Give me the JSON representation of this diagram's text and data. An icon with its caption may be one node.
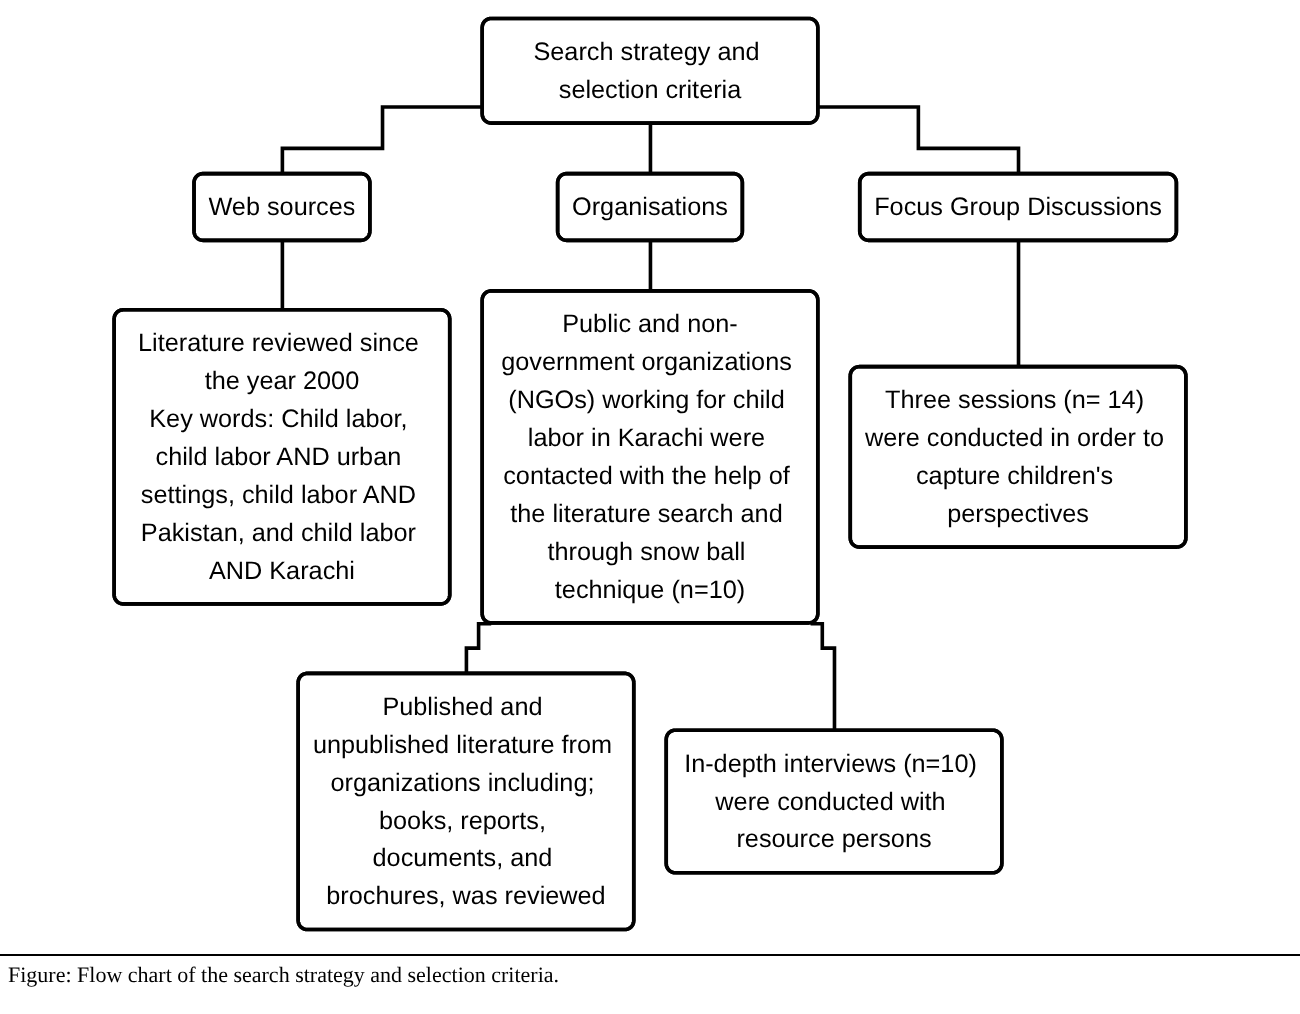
{
  "diagram": {
    "caption": "Figure: Flow chart of the search strategy and selection criteria.",
    "nodes": [
      {
        "text": [
          "Search strategy and selection criteria"
        ]
      },
      {
        "text": [
          "Web sources"
        ]
      },
      {
        "text": [
          "Organisations"
        ]
      },
      {
        "text": [
          "Focus Group Discussions"
        ]
      },
      {
        "text": [
          "Literature reviewed since the year 2000",
          "Key words: Child labor, child labor AND urban settings, child labor AND Pakistan, and child labor AND Karachi"
        ]
      },
      {
        "text": [
          "Public and non-government organizations (NGOs) working for child labor in Karachi were contacted with the help of the literature search and through snow ball technique (n=10)"
        ]
      },
      {
        "text": [
          "Three sessions (n= 14) were conducted in order to capture children's perspectives"
        ]
      },
      {
        "text": [
          "Published and unpublished literature from organizations including; books, reports, documents, and brochures, was reviewed"
        ]
      },
      {
        "text": [
          "In-depth interviews (n=10) were conducted with resource persons"
        ]
      }
    ],
    "edges": [
      {
        "from": 0,
        "to": 1,
        "arrow": "none"
      },
      {
        "from": 0,
        "to": 2,
        "arrow": "none"
      },
      {
        "from": 0,
        "to": 3,
        "arrow": "none"
      },
      {
        "from": 1,
        "to": 4,
        "arrow": "none"
      },
      {
        "from": 2,
        "to": 5,
        "arrow": "none"
      },
      {
        "from": 3,
        "to": 6,
        "arrow": "none"
      },
      {
        "from": 5,
        "to": 7,
        "arrow": "none"
      },
      {
        "from": 5,
        "to": 8,
        "arrow": "none"
      }
    ]
  }
}
